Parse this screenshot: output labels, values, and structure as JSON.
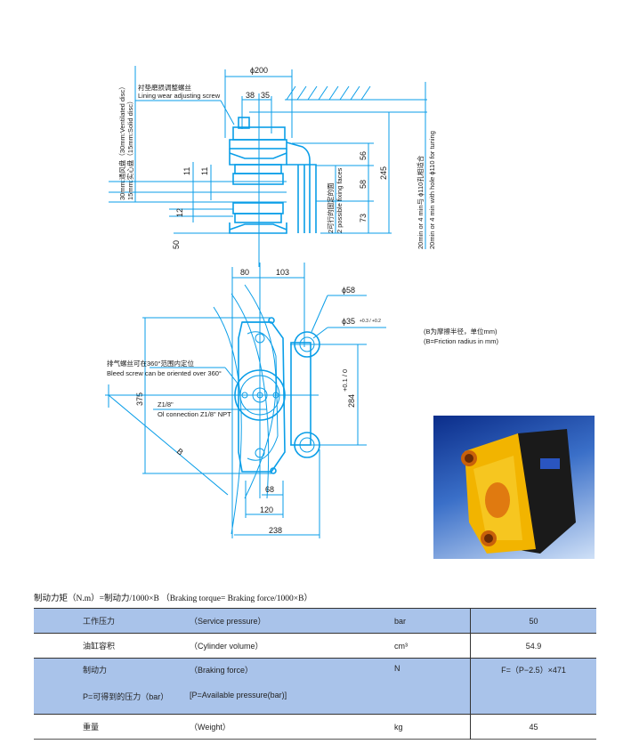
{
  "drawing": {
    "side_view": {
      "dim_phi200": "ϕ200",
      "dim_38": "38",
      "dim_35": "35",
      "lining_screw_cn": "衬垫磨损调整螺丝",
      "lining_screw_en": "Lining wear adjusting screw",
      "disc_cn": "30mm:通风盘（30mm:Ventilated disc）",
      "disc_en": "15mm:实心盘（15mm:Solid disc）",
      "dim_11a": "11",
      "dim_11b": "11",
      "dim_12": "12",
      "dim_50": "50",
      "dim_56": "56",
      "dim_58": "58",
      "dim_73": "73",
      "dim_245": "245",
      "fixing_cn": "2可行的固定的面",
      "fixing_en": "2 possible fixing faces",
      "tuning_cn": "20min or 4 min与 ϕ110孔相适合",
      "tuning_en": "20min or 4 min with hole ϕ110 for tuning"
    },
    "front_view": {
      "dim_80": "80",
      "dim_103": "103",
      "dim_phi58": "ϕ58",
      "dim_phi35": "ϕ35",
      "dim_phi35_tol": "+0.3 / +0.2",
      "dim_284": "284",
      "dim_284_tol": "+0.1 / 0",
      "dim_375": "375",
      "dim_68": "68",
      "dim_120": "120",
      "dim_238": "238",
      "bleed_cn": "排气螺丝可在360°范围内定位",
      "bleed_en": "Bleed screw can be oriented over 360°",
      "conn_1": "Z1/8\"",
      "conn_2": "Ol connection Z1/8\" NPT",
      "b_label": "B"
    },
    "radius_note_cn": "(B为摩擦半径，单位mm)",
    "radius_note_en": "(B=Friction radius in mm)"
  },
  "formula": "制动力矩（N.m）=制动力/1000×B （Braking torque= Braking force/1000×B）",
  "table": {
    "rows": [
      {
        "cn": "工作压力",
        "en": "（Service pressure）",
        "unit": "bar",
        "value": "50"
      },
      {
        "cn": "油缸容积",
        "en": "（Cylinder volume）",
        "unit": "cm³",
        "value": "54.9"
      },
      {
        "cn": "制动力",
        "en": "（Braking force）",
        "unit": "N",
        "value": "F=（P−2.5）×471",
        "cn2": "P=可得到的压力（bar）",
        "en2": "[P=Available pressure(bar)]"
      },
      {
        "cn": "重量",
        "en": "（Weight）",
        "unit": "kg",
        "value": "45"
      }
    ]
  },
  "colors": {
    "line": "#0a9ee8",
    "table_blue": "#a9c3ea"
  }
}
